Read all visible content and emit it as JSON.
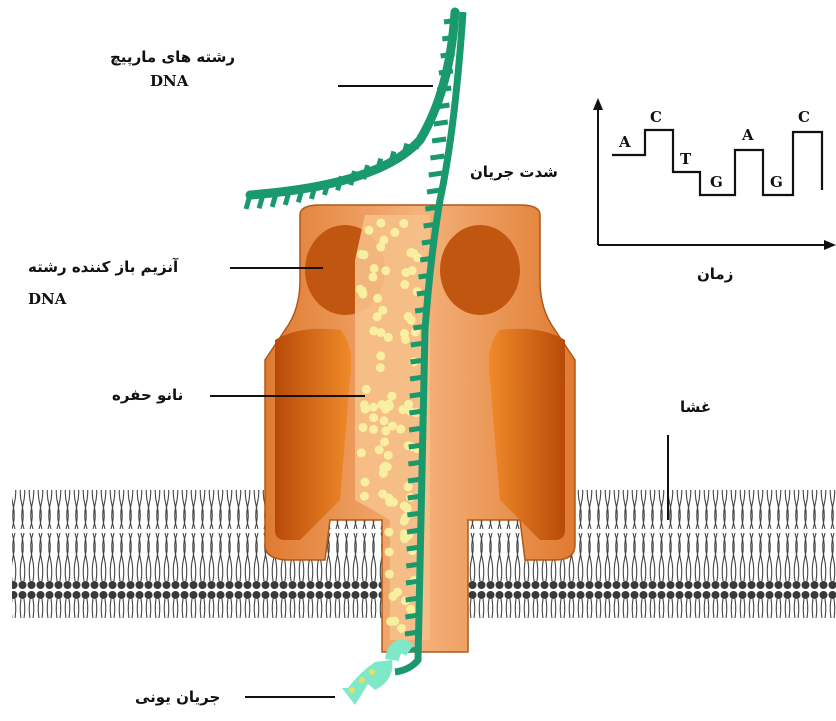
{
  "labels": {
    "dna_strand": "رشته های مارپیچ",
    "dna_strand_sub": "DNA",
    "enzyme": "آنزیم باز کننده رشته",
    "enzyme_sub": "DNA",
    "nanopore": "نانو حفره",
    "membrane": "غشا",
    "ionic_current": "جریان یونی",
    "current_intensity": "شدت جریان",
    "time": "زمان"
  },
  "signal_bases": [
    "A",
    "C",
    "T",
    "G",
    "A",
    "G",
    "C"
  ],
  "colors": {
    "dna": "#1a9a6c",
    "protein_light": "#f0a060",
    "protein_dark": "#c85a10",
    "ions": "#f8f0a0",
    "membrane": "#333333",
    "ion_flow": "#7fe8c8"
  }
}
